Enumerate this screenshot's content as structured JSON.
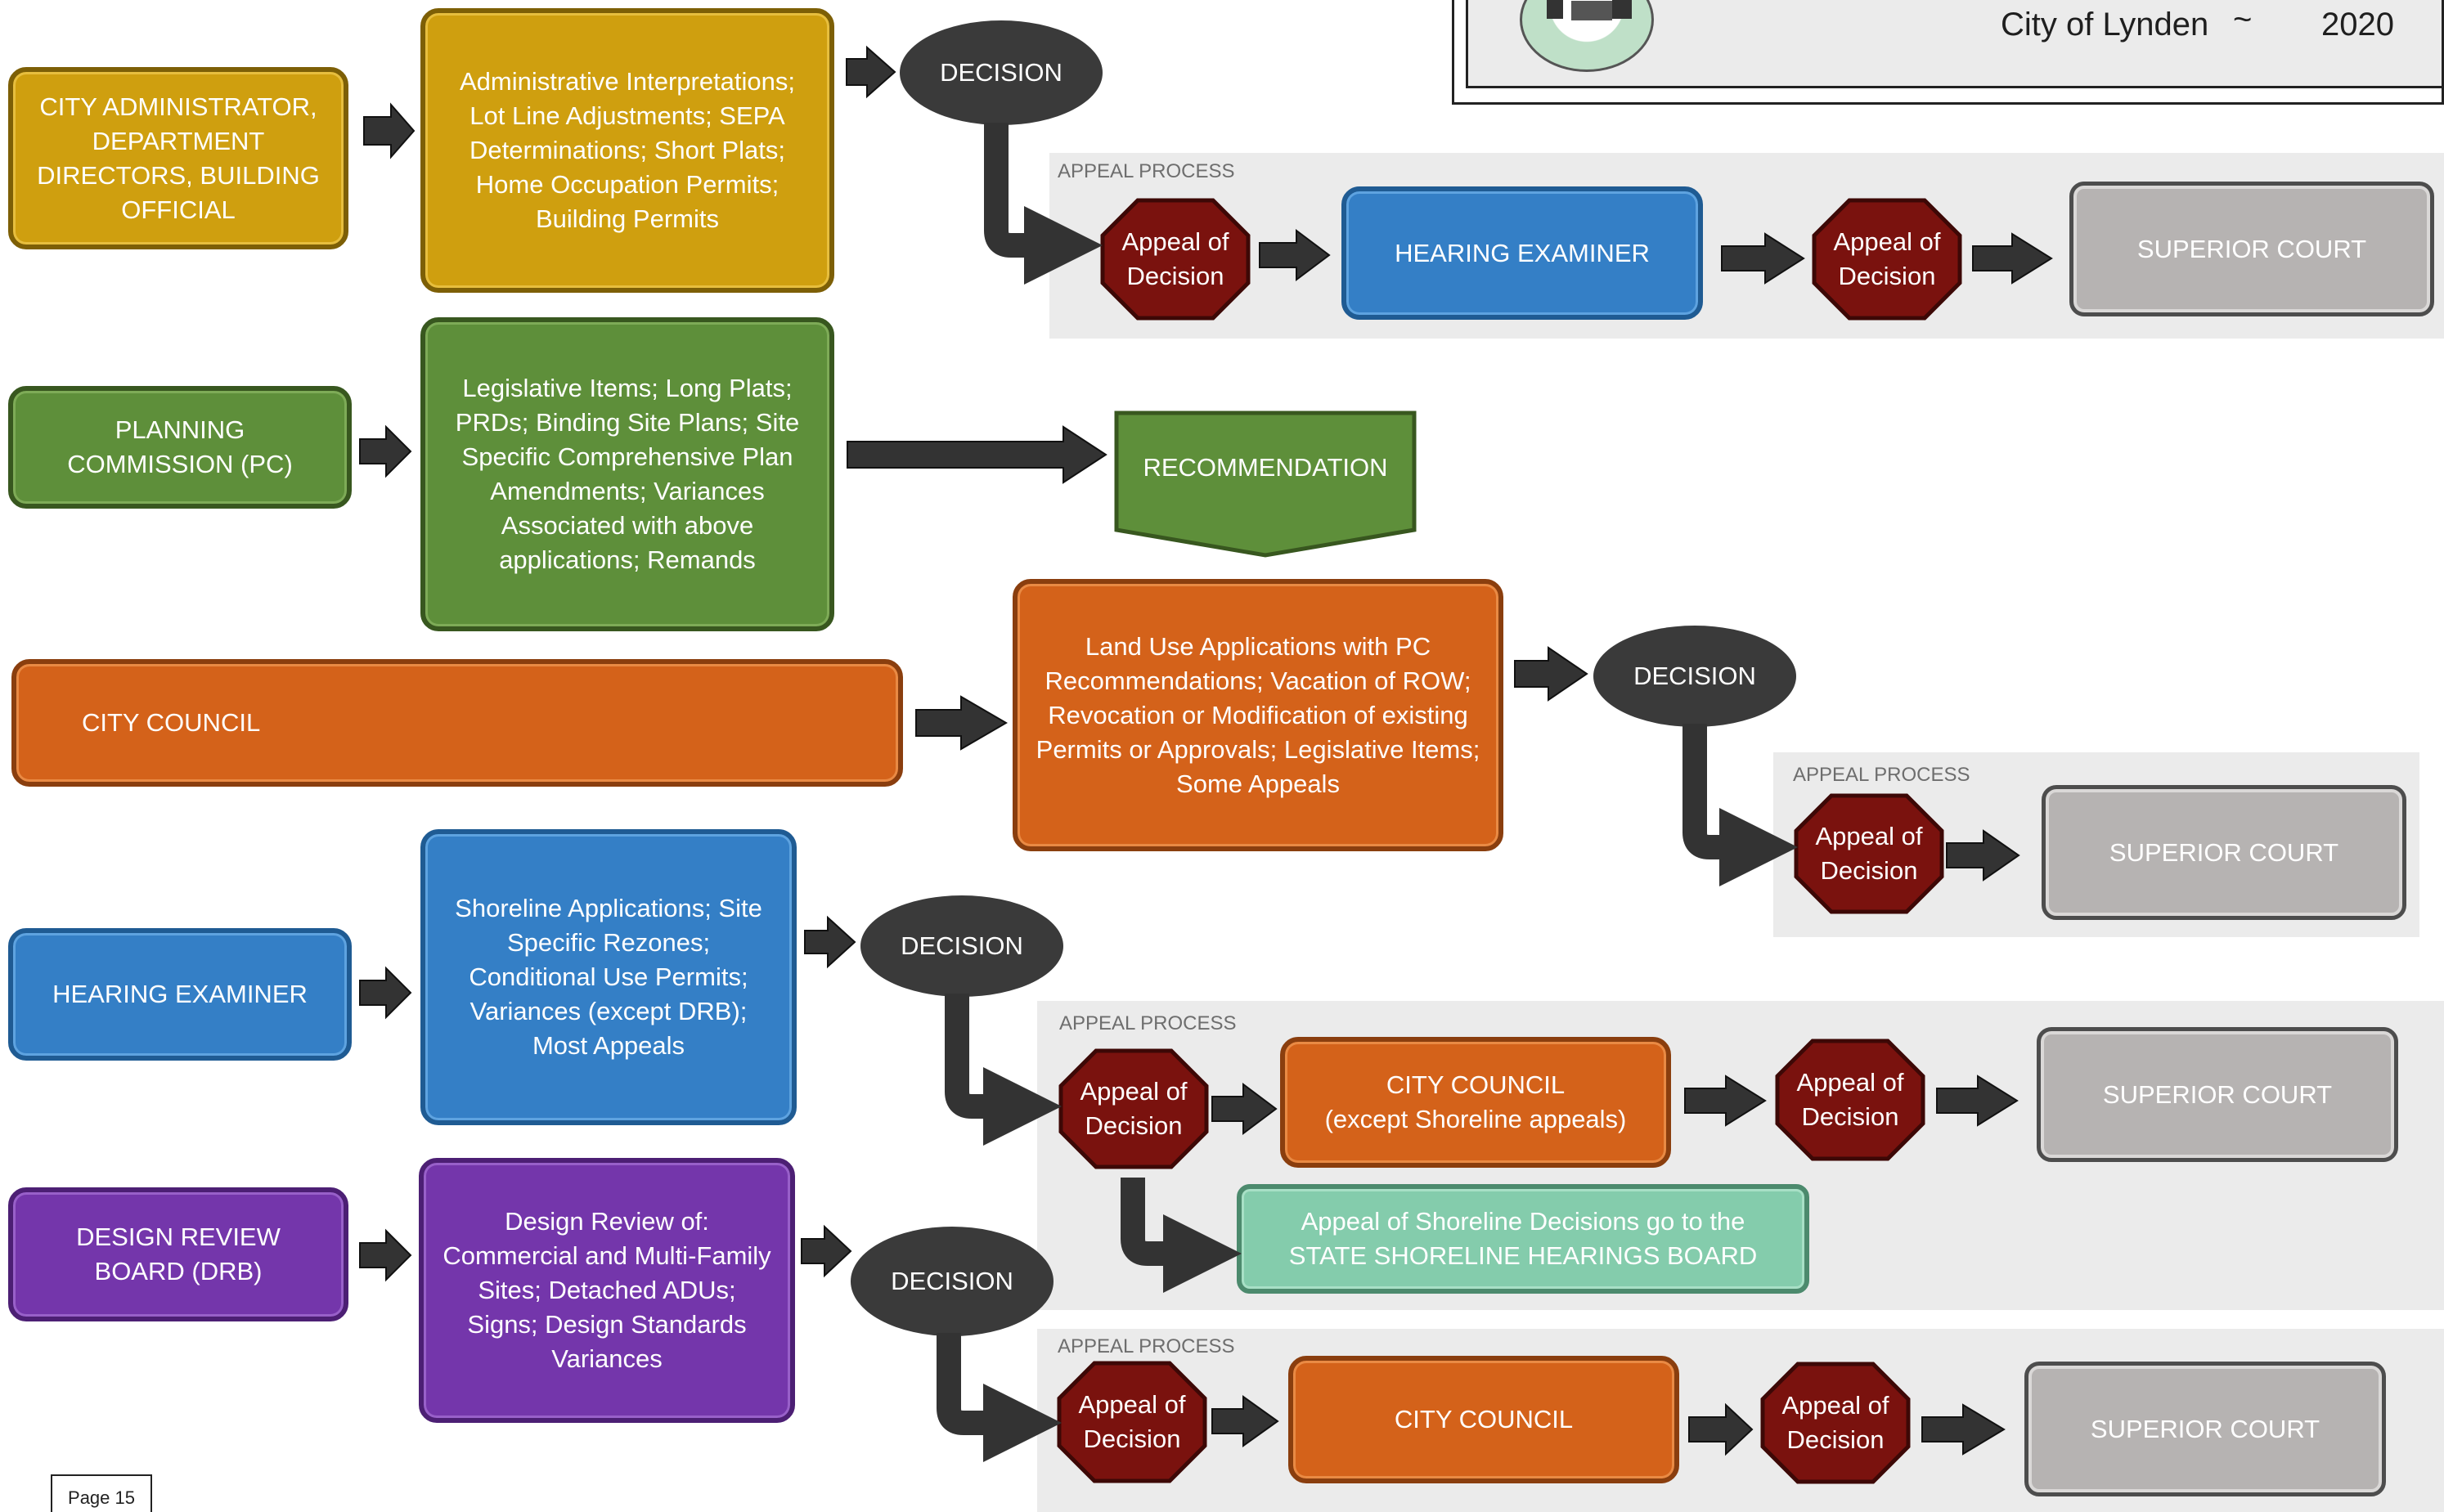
{
  "header": {
    "city": "City of Lynden",
    "tilde": "~",
    "year": "2020"
  },
  "page_footer": "Page 15",
  "row1": {
    "actor": "CITY ADMINISTRATOR, DEPARTMENT DIRECTORS, BUILDING OFFICIAL",
    "items": "Administrative Interpretations; Lot Line Adjustments; SEPA Determinations; Short Plats; Home Occupation Permits; Building Permits",
    "decision": "DECISION",
    "appeal_label": "APPEAL PROCESS",
    "appeal1": "Appeal of Decision",
    "body": "HEARING EXAMINER",
    "appeal2": "Appeal of Decision",
    "court": "SUPERIOR COURT"
  },
  "row2": {
    "actor": "PLANNING COMMISSION (PC)",
    "items": "Legislative Items; Long Plats; PRDs; Binding Site Plans; Site Specific Comprehensive Plan Amendments; Variances Associated with above applications; Remands",
    "recommendation": "RECOMMENDATION"
  },
  "row3": {
    "actor": "CITY COUNCIL",
    "items": "Land Use Applications with PC Recommendations; Vacation of ROW; Revocation or Modification of existing Permits or Approvals; Legislative Items; Some Appeals",
    "decision": "DECISION",
    "appeal_label": "APPEAL PROCESS",
    "appeal1": "Appeal of Decision",
    "court": "SUPERIOR COURT"
  },
  "row4": {
    "actor": "HEARING EXAMINER",
    "items": "Shoreline Applications; Site Specific Rezones; Conditional Use Permits; Variances (except DRB); Most Appeals",
    "decision": "DECISION",
    "appeal_label": "APPEAL PROCESS",
    "appeal1": "Appeal of Decision",
    "body_line1": "CITY COUNCIL",
    "body_line2": "(except Shoreline appeals)",
    "appeal2": "Appeal of Decision",
    "court": "SUPERIOR COURT",
    "shoreline_line1": "Appeal of Shoreline Decisions go to the",
    "shoreline_line2": "STATE SHORELINE HEARINGS BOARD"
  },
  "row5": {
    "actor": "DESIGN REVIEW BOARD (DRB)",
    "items": "Design Review of: Commercial and Multi-Family Sites; Detached ADUs; Signs; Design Standards Variances",
    "decision": "DECISION",
    "appeal_label": "APPEAL PROCESS",
    "appeal1": "Appeal of Decision",
    "body": "CITY COUNCIL",
    "appeal2": "Appeal of Decision",
    "court": "SUPERIOR COURT"
  },
  "colors": {
    "gold": "#cf9f0f",
    "green": "#5e8f3a",
    "orange": "#d4621a",
    "blue": "#347fc6",
    "purple": "#7436ab",
    "grey": "#b6b3b2",
    "mint": "#84ccac",
    "appeal_red": "#7a120e",
    "decision_dark": "#3a3a3a",
    "panel_bg": "#ebebeb"
  }
}
